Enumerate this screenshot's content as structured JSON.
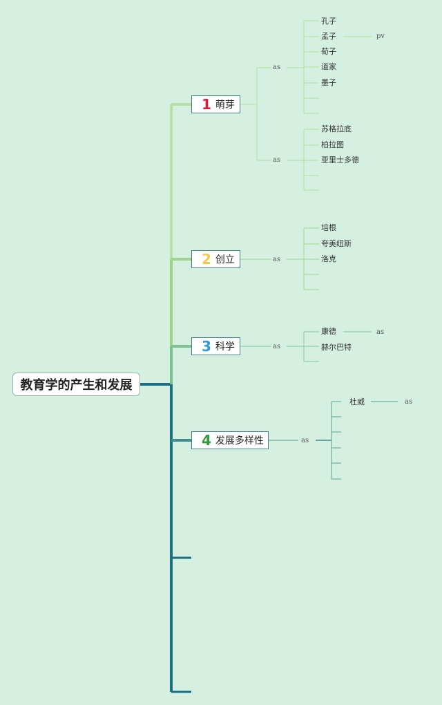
{
  "root": {
    "title": "教育学的产生和发展"
  },
  "branches": [
    {
      "number": "1",
      "number_color": "#d81e3a",
      "label": "萌芽",
      "line_color": "#b8dfa4",
      "groups": [
        {
          "connector": "as",
          "items": [
            "孔子",
            "孟子",
            "荀子",
            "道家",
            "墨子"
          ],
          "extra": {
            "item": "孟子",
            "label": "pv"
          }
        },
        {
          "connector": "as",
          "items": [
            "苏格拉底",
            "柏拉图",
            "亚里士多德"
          ]
        }
      ]
    },
    {
      "number": "2",
      "number_color": "#f2c94c",
      "label": "创立",
      "line_color": "#9fd38a",
      "groups": [
        {
          "connector": "as",
          "items": [
            "培根",
            "夸美纽斯",
            "洛克"
          ]
        }
      ]
    },
    {
      "number": "3",
      "number_color": "#2f9ad8",
      "label": "科学",
      "line_color": "#7dbf8f",
      "groups": [
        {
          "connector": "as",
          "items": [
            "康德",
            "赫尔巴特"
          ],
          "extra": {
            "item": "康德",
            "label": "as"
          }
        }
      ]
    },
    {
      "number": "4",
      "number_color": "#2e9b3a",
      "label": "发展多样性",
      "line_color": "#3e8c8f",
      "groups": [
        {
          "connector": "as",
          "items": [
            "杜威"
          ],
          "extra": {
            "item": "杜威",
            "label": "as"
          }
        }
      ]
    }
  ],
  "colors": {
    "background": "#d5f0e1",
    "trunk": "#1c6f82"
  }
}
